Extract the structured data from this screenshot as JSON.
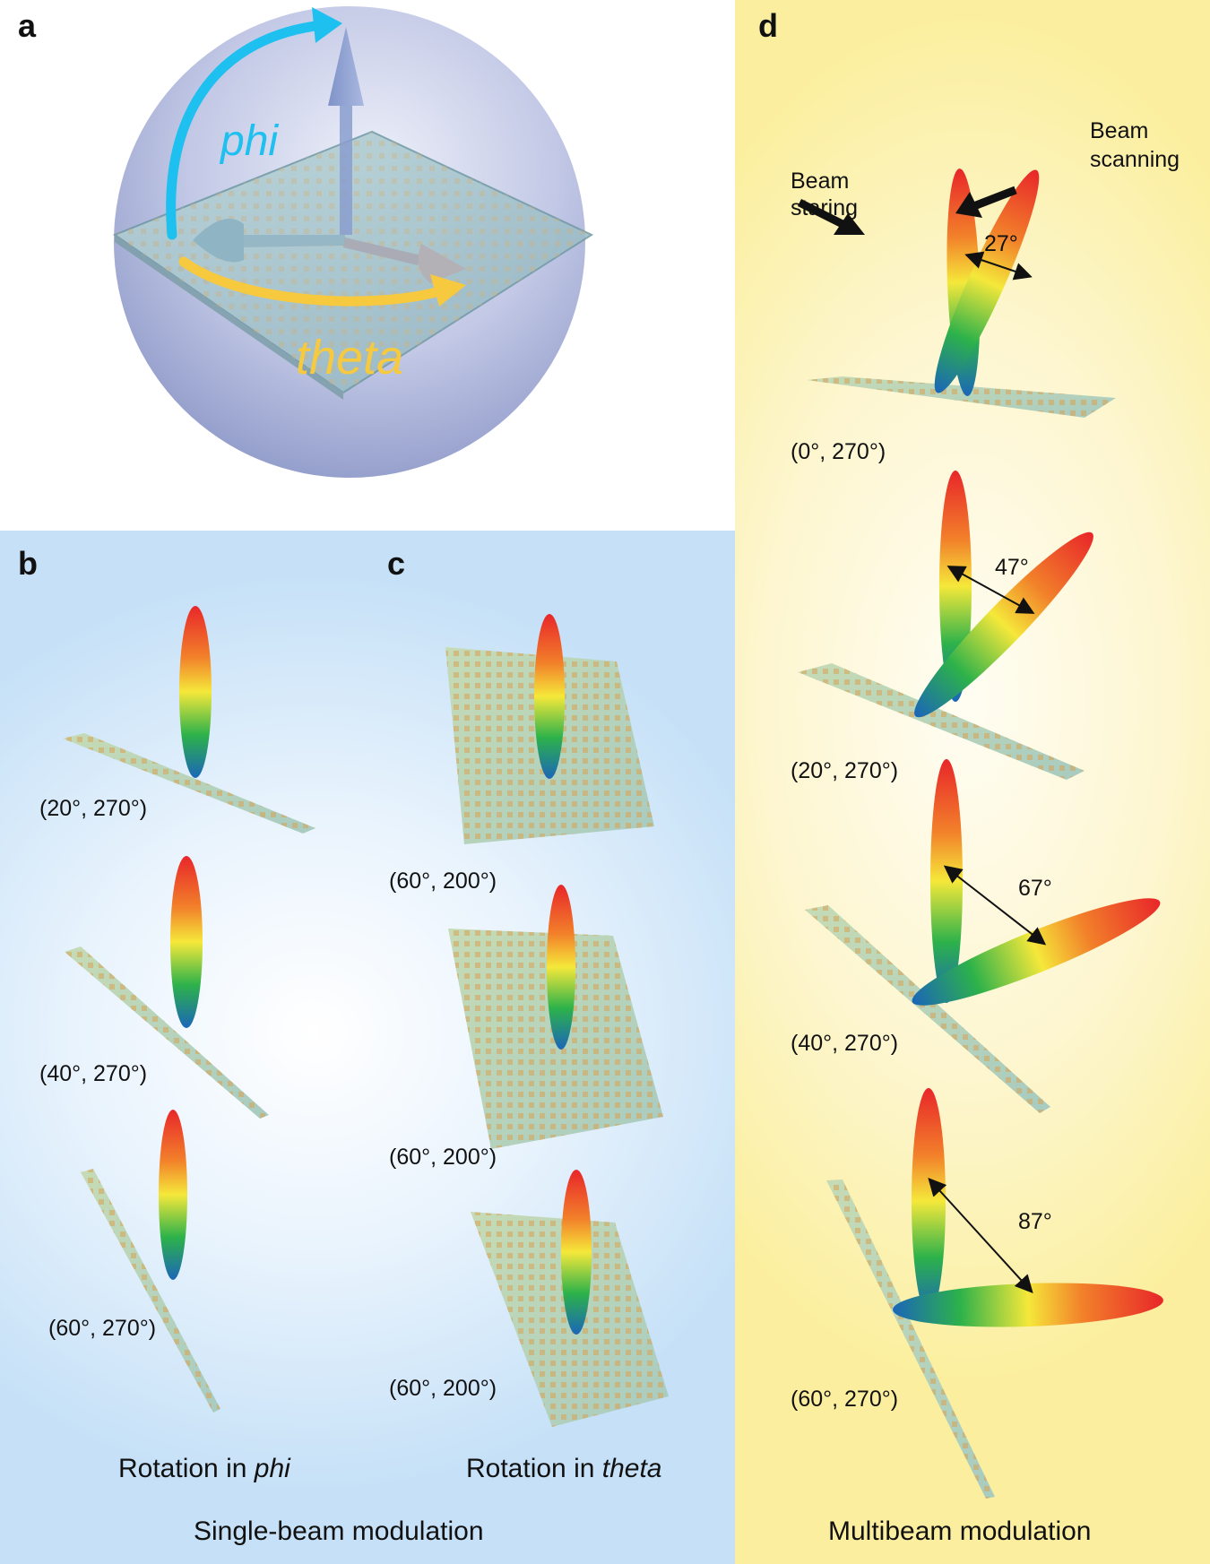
{
  "panels": {
    "a": {
      "letter": "a",
      "phi": "phi",
      "theta": "theta"
    },
    "b": {
      "letter": "b",
      "labels": [
        "(20°, 270°)",
        "(40°, 270°)",
        "(60°, 270°)"
      ],
      "caption_prefix": "Rotation in ",
      "caption_em": "phi"
    },
    "c": {
      "letter": "c",
      "labels": [
        "(60°, 200°)",
        "(60°, 200°)",
        "(60°, 200°)"
      ],
      "caption_prefix": "Rotation in ",
      "caption_em": "theta"
    },
    "d": {
      "letter": "d",
      "beam_staring": [
        "Beam",
        "staring"
      ],
      "beam_scanning": [
        "Beam",
        "scanning"
      ],
      "angles": [
        "27°",
        "47°",
        "67°",
        "87°"
      ],
      "labels": [
        "(0°, 270°)",
        "(20°, 270°)",
        "(40°, 270°)",
        "(60°, 270°)"
      ],
      "caption": "Multibeam modulation"
    }
  },
  "group_captions": {
    "single": "Single-beam modulation"
  },
  "colors": {
    "phi_arrow": "#1ec0f0",
    "theta_arrow": "#f7c93f",
    "panel_bc_bg": "#c5e0f7",
    "panel_d_bg": "#fbef9f",
    "sphere": "#9fa9d3"
  }
}
